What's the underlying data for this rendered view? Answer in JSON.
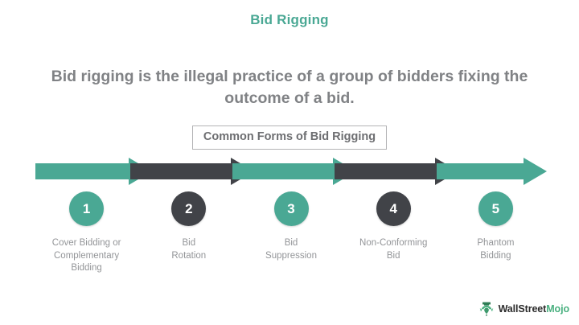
{
  "title": "Bid Rigging",
  "description": "Bid rigging is the illegal practice of a group of bidders fixing the outcome of a bid.",
  "subtitle": "Common Forms of Bid Rigging",
  "colors": {
    "teal": "#4aa894",
    "dark": "#414348",
    "text_gray": "#808285",
    "label_gray": "#939598",
    "box_border": "#b3b3b5",
    "logo_green": "#49b07f",
    "logo_dark": "#2b2b2b"
  },
  "arrow_segments": [
    {
      "index": 1,
      "color": "teal"
    },
    {
      "index": 2,
      "color": "dark"
    },
    {
      "index": 3,
      "color": "teal"
    },
    {
      "index": 4,
      "color": "dark"
    },
    {
      "index": 5,
      "color": "teal"
    }
  ],
  "steps": [
    {
      "number": "1",
      "color": "teal",
      "label": "Cover Bidding or\nComplementary\nBidding"
    },
    {
      "number": "2",
      "color": "dark",
      "label": "Bid\nRotation"
    },
    {
      "number": "3",
      "color": "teal",
      "label": "Bid\nSuppression"
    },
    {
      "number": "4",
      "color": "dark",
      "label": "Non-Conforming\nBid"
    },
    {
      "number": "5",
      "color": "teal",
      "label": "Phantom\nBidding"
    }
  ],
  "logo": {
    "name_part1": "WallStreet",
    "name_part2": "Mojo",
    "icon": "bull-logo-icon"
  }
}
